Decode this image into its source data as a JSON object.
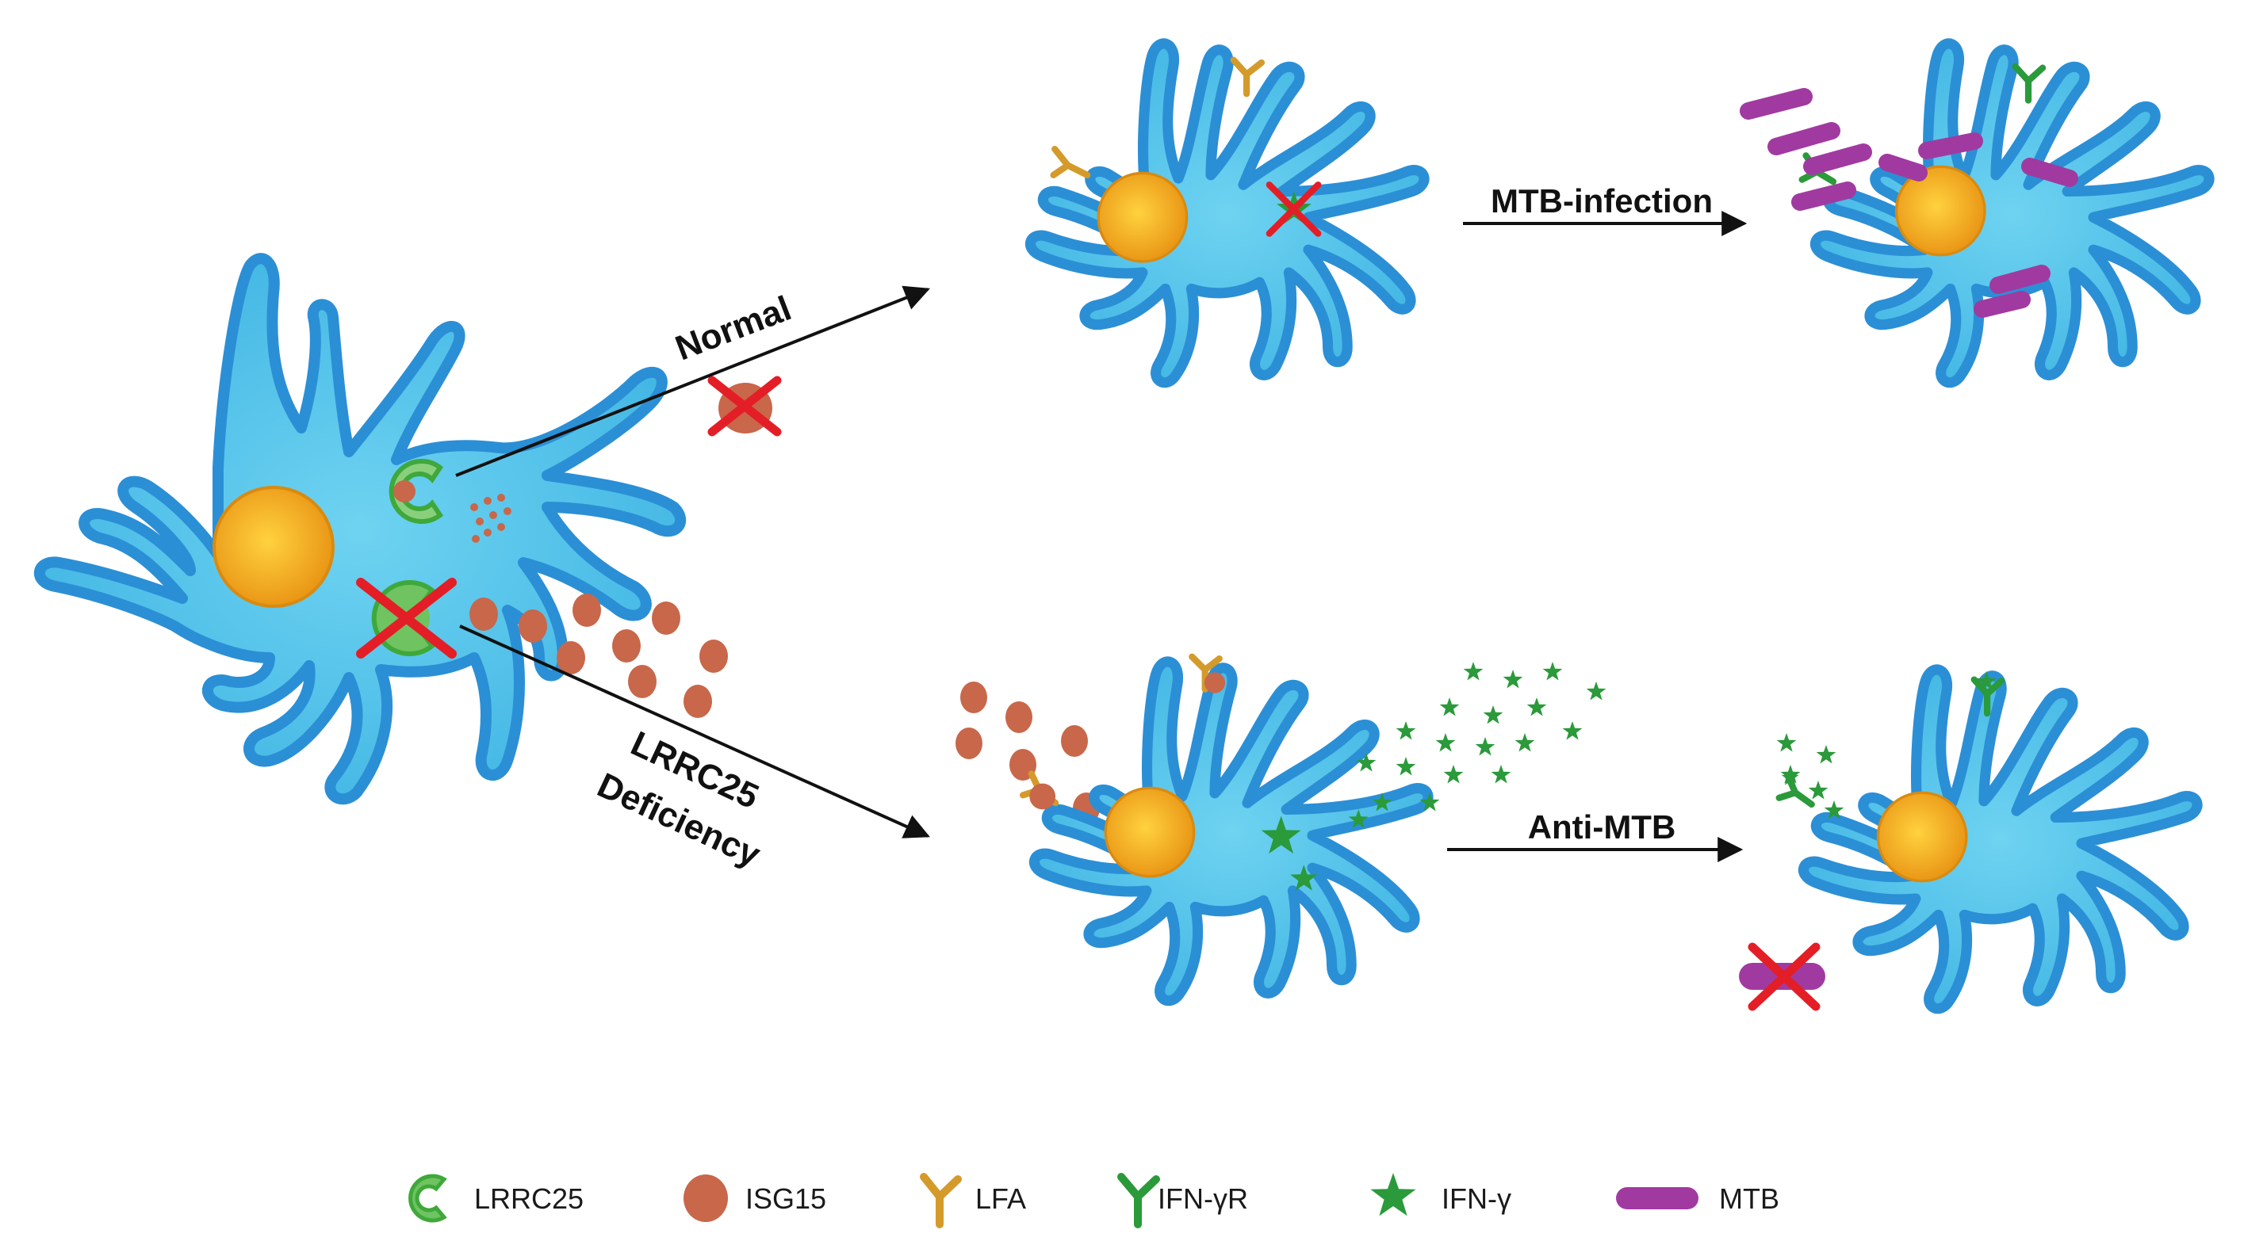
{
  "labels": {
    "normal": "Normal",
    "lrrc25_line1": "LRRC25",
    "lrrc25_line2": "Deficiency",
    "mtb_infection": "MTB-infection",
    "anti_mtb": "Anti-MTB"
  },
  "legend": [
    {
      "label": "LRRC25",
      "icon": "lrrc25-c-shape"
    },
    {
      "label": "ISG15",
      "icon": "isg15-dot"
    },
    {
      "label": "LFA",
      "icon": "lfa-receptor"
    },
    {
      "label": "IFN-γR",
      "icon": "ifn-gamma-receptor"
    },
    {
      "label": "IFN-γ",
      "icon": "ifn-gamma-star"
    },
    {
      "label": "MTB",
      "icon": "mtb-rod"
    }
  ],
  "colors": {
    "cell_fill": "#5bc8ea",
    "cell_outline": "#2b8fd6",
    "nucleus": "#f0a820",
    "nucleus_core": "#ffcf3a",
    "lrrc25": "#4cb846",
    "lrrc25_light": "#8ad07c",
    "isg15": "#c8674a",
    "lfa": "#d49a2a",
    "ifn_receptor": "#2a9a3a",
    "ifn": "#2a9a3a",
    "mtb": "#a13aa0",
    "cross": "#e41e26",
    "arrow": "#111111"
  }
}
